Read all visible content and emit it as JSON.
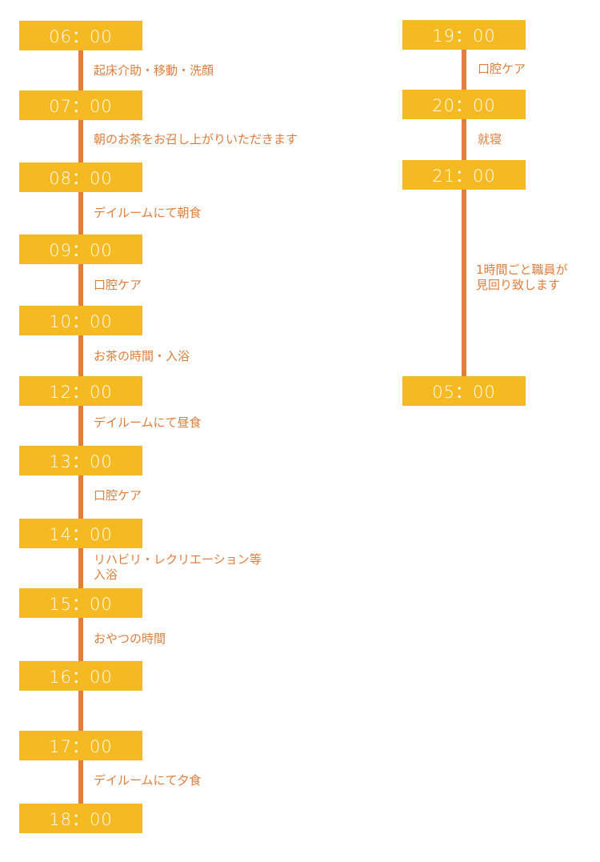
{
  "colors": {
    "time_bg": "#F5B921",
    "accent": "#E07E3C",
    "time_text": "#FFFFFF"
  },
  "left_schedule": [
    {
      "time": "06：00",
      "activity": "起床介助・移動・洗顔"
    },
    {
      "time": "07：00",
      "activity": "朝のお茶をお召し上がりいただきます"
    },
    {
      "time": "08：00",
      "activity": "デイルームにて朝食"
    },
    {
      "time": "09：00",
      "activity": "口腔ケア"
    },
    {
      "time": "10：00",
      "activity": "お茶の時間・入浴"
    },
    {
      "time": "12：00",
      "activity": "デイルームにて昼食"
    },
    {
      "time": "13：00",
      "activity": "口腔ケア"
    },
    {
      "time": "14：00",
      "activity": "リハビリ・レクリエーション等\n入浴"
    },
    {
      "time": "15：00",
      "activity": "おやつの時間"
    },
    {
      "time": "16：00",
      "activity": ""
    },
    {
      "time": "17：00",
      "activity": "デイルームにて夕食"
    },
    {
      "time": "18：00",
      "activity": ""
    }
  ],
  "right_schedule": [
    {
      "time": "19：00",
      "activity": "口腔ケア"
    },
    {
      "time": "20：00",
      "activity": "就寝"
    },
    {
      "time": "21：00",
      "activity": "1時間ごと職員が\n見回り致します"
    },
    {
      "time": "05：00",
      "activity": ""
    }
  ]
}
